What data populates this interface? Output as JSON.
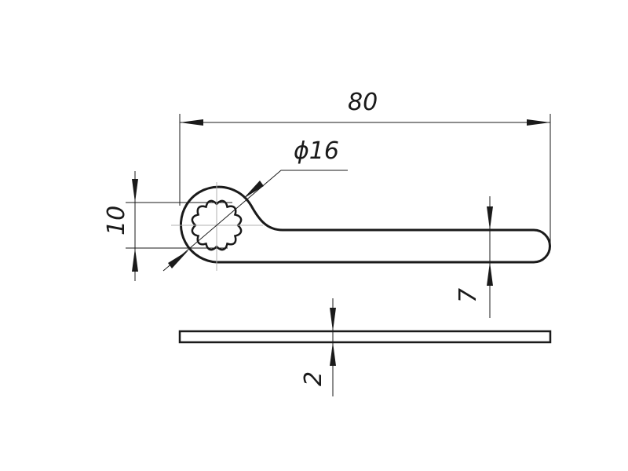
{
  "drawing": {
    "dimensions": {
      "overall_length": "80",
      "ring_diameter": "ϕ16",
      "inner_opening": "10",
      "handle_width": "7",
      "thickness": "2"
    },
    "line_color": "#1a1a1a",
    "centerline_color": "#b0b0b0"
  }
}
